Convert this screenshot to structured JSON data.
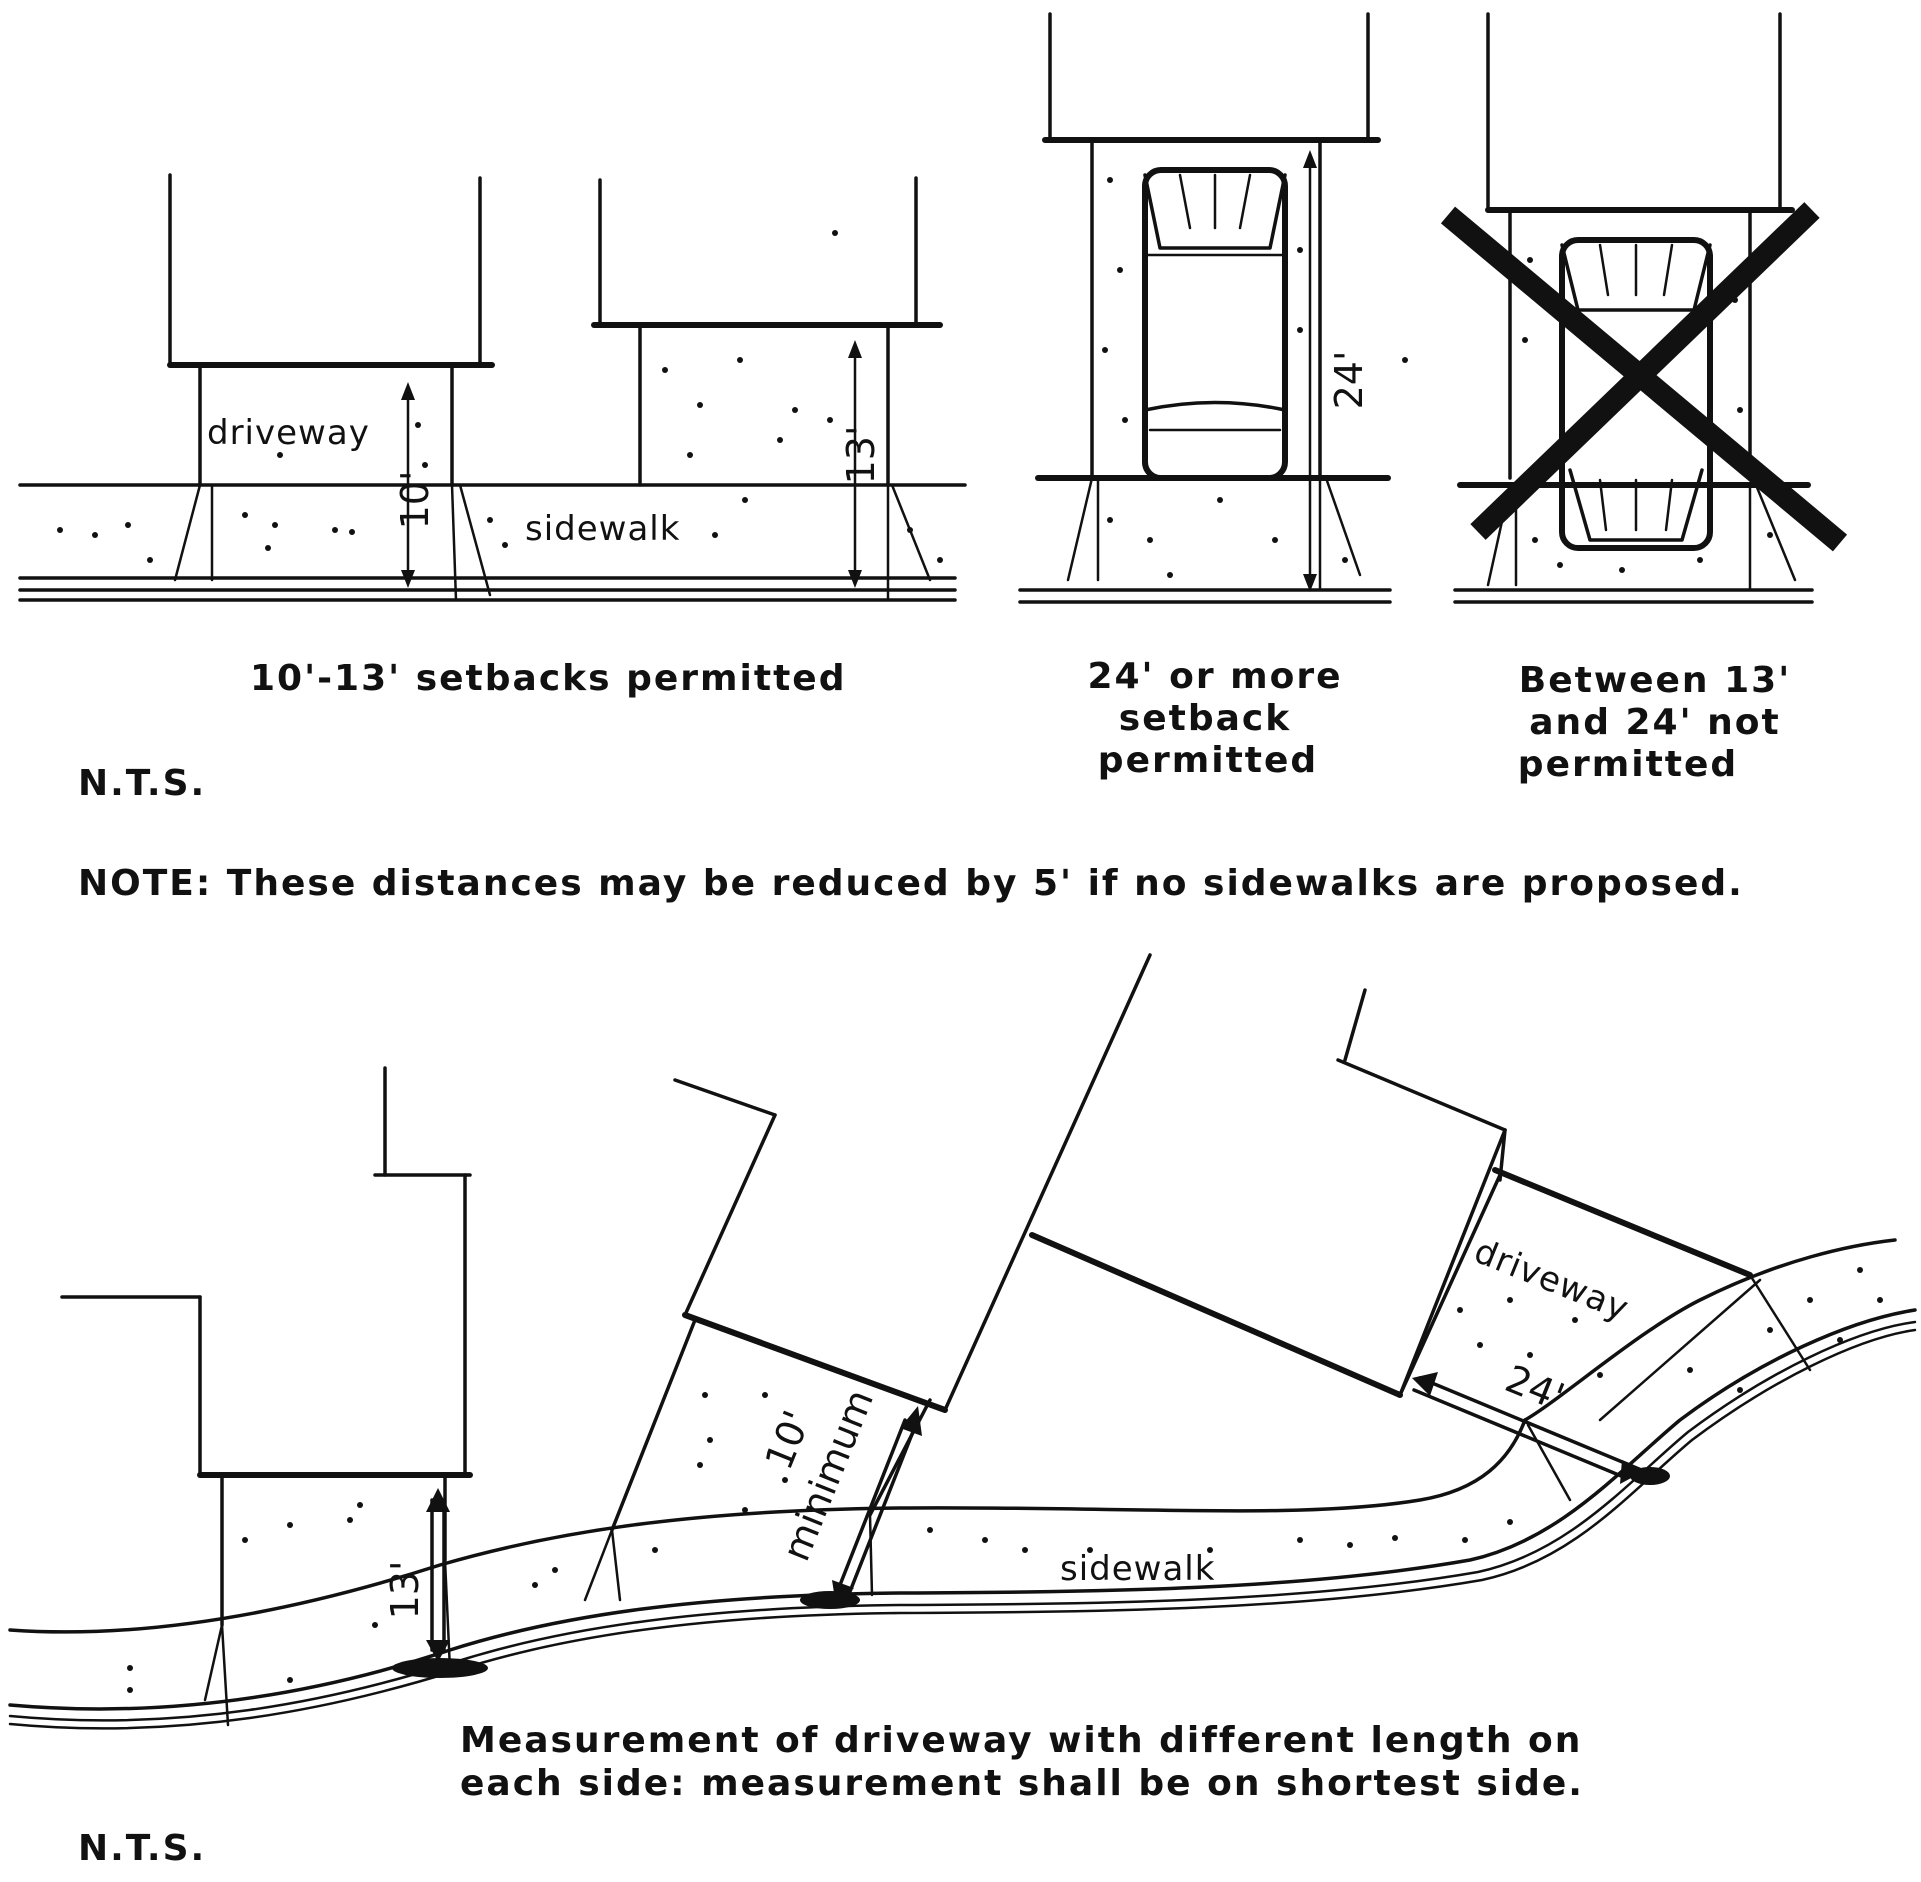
{
  "top": {
    "label_driveway": "driveway",
    "label_sidewalk": "sidewalk",
    "dim_10": "10'",
    "dim_13": "13'",
    "dim_24": "24'",
    "caption_permitted": "10'-13' setbacks permitted",
    "caption_24_lines": [
      "24' or more",
      "setback",
      "permitted"
    ],
    "caption_not_lines": [
      "Between 13'",
      "and 24' not",
      "permitted"
    ],
    "nts": "N.T.S.",
    "note": "NOTE: These distances may be reduced by 5' if no sidewalks are proposed."
  },
  "bottom": {
    "label_driveway": "driveway",
    "label_sidewalk": "sidewalk",
    "dim_13": "13'",
    "dim_10_top": "10'",
    "dim_10_bottom": "minimum",
    "dim_24": "24'",
    "caption_lines": [
      "Measurement of driveway with different length on",
      "each side: measurement shall be on shortest side."
    ],
    "nts": "N.T.S."
  }
}
